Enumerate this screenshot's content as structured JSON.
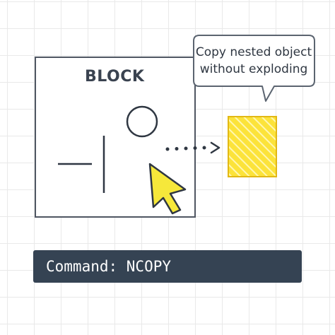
{
  "block": {
    "label": "BLOCK"
  },
  "tooltip": {
    "line1": "Copy nested object",
    "line2": "without exploding"
  },
  "command_line": {
    "text": "Command: NCOPY"
  },
  "icons": {
    "cursor": "arrow-cursor-icon",
    "arrow": "dotted-arrow-icon"
  },
  "colors": {
    "highlight": "#fce33a",
    "cursor_fill": "#f6e83a",
    "command_bar": "#354353",
    "outline": "#4f5662"
  }
}
